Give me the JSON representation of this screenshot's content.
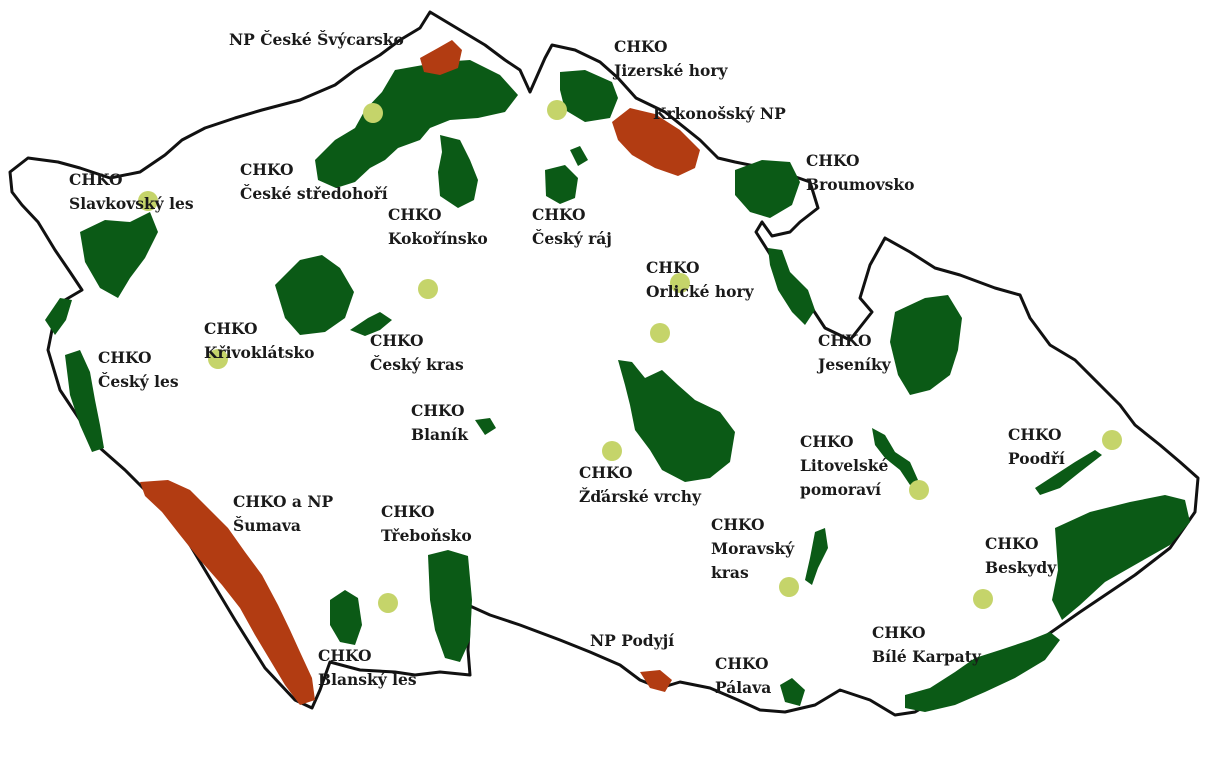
{
  "colors": {
    "background": "#ffffff",
    "border": "#111111",
    "chko": "#0b5a16",
    "national_park": "#b23c12",
    "city_dot": "#c5d46a"
  },
  "labels": {
    "np_ceske_svycarsko": [
      "NP České Švýcarsko"
    ],
    "chko_jizerske_hory": [
      "CHKO",
      "Jizerské hory"
    ],
    "krkonossky_np": [
      "Krkonošský NP"
    ],
    "chko_ceske_stredohori": [
      "CHKO",
      "České středohoří"
    ],
    "chko_broumovsko": [
      "CHKO",
      "Broumovsko"
    ],
    "chko_slavkovsky_les": [
      "CHKO",
      "Slavkovský les"
    ],
    "chko_kokorinsko": [
      "CHKO",
      "Kokořínsko"
    ],
    "chko_cesky_raj": [
      "CHKO",
      "Český ráj"
    ],
    "chko_orlicke_hory": [
      "CHKO",
      "Orlické hory"
    ],
    "chko_krivoklatsko": [
      "CHKO",
      "Křivoklátsko"
    ],
    "chko_cesky_kras": [
      "CHKO",
      "Český kras"
    ],
    "chko_jeseniky": [
      "CHKO",
      "Jeseníky"
    ],
    "chko_cesky_les": [
      "CHKO",
      "Český les"
    ],
    "chko_blanik": [
      "CHKO",
      "Blaník"
    ],
    "chko_litovelske_pomoravi": [
      "CHKO",
      "Litovelské",
      "pomoraví"
    ],
    "chko_poodri": [
      "CHKO",
      "Poodří"
    ],
    "chko_zdarske_vrchy": [
      "CHKO",
      "Žďárské vrchy"
    ],
    "chko_np_sumava": [
      "CHKO a NP",
      "Šumava"
    ],
    "chko_trebonsko": [
      "CHKO",
      "Třeboňsko"
    ],
    "chko_moravsky_kras": [
      "CHKO",
      "Moravský",
      "kras"
    ],
    "chko_beskydy": [
      "CHKO",
      "Beskydy"
    ],
    "np_podyji": [
      "NP Podyjí"
    ],
    "chko_bile_karpaty": [
      "CHKO",
      "Bílé Karpaty"
    ],
    "chko_palava": [
      "CHKO",
      "Pálava"
    ],
    "chko_blansky_les": [
      "CHKO",
      "Blanský les"
    ]
  }
}
